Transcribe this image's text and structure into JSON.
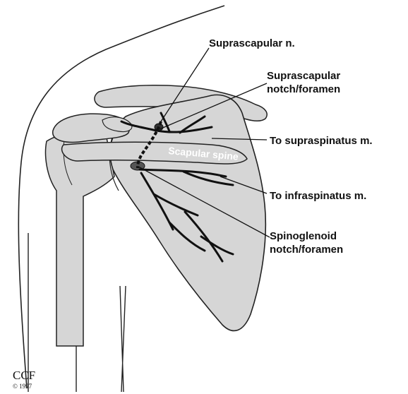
{
  "labels": {
    "suprascapular_nerve": "Suprascapular n.",
    "suprascapular_notch_line1": "Suprascapular",
    "suprascapular_notch_line2": "notch/foramen",
    "to_supraspinatus": "To supraspinatus m.",
    "to_infraspinatus": "To infraspinatus m.",
    "spinoglenoid_line1": "Spinoglenoid",
    "spinoglenoid_line2": "notch/foramen",
    "scapular_spine": "Scapular spine"
  },
  "credit": {
    "mark": "CCF",
    "copyright": "© 1997"
  },
  "colors": {
    "bone_fill": "#d6d6d6",
    "outline": "#222222",
    "nerve": "#111111"
  }
}
